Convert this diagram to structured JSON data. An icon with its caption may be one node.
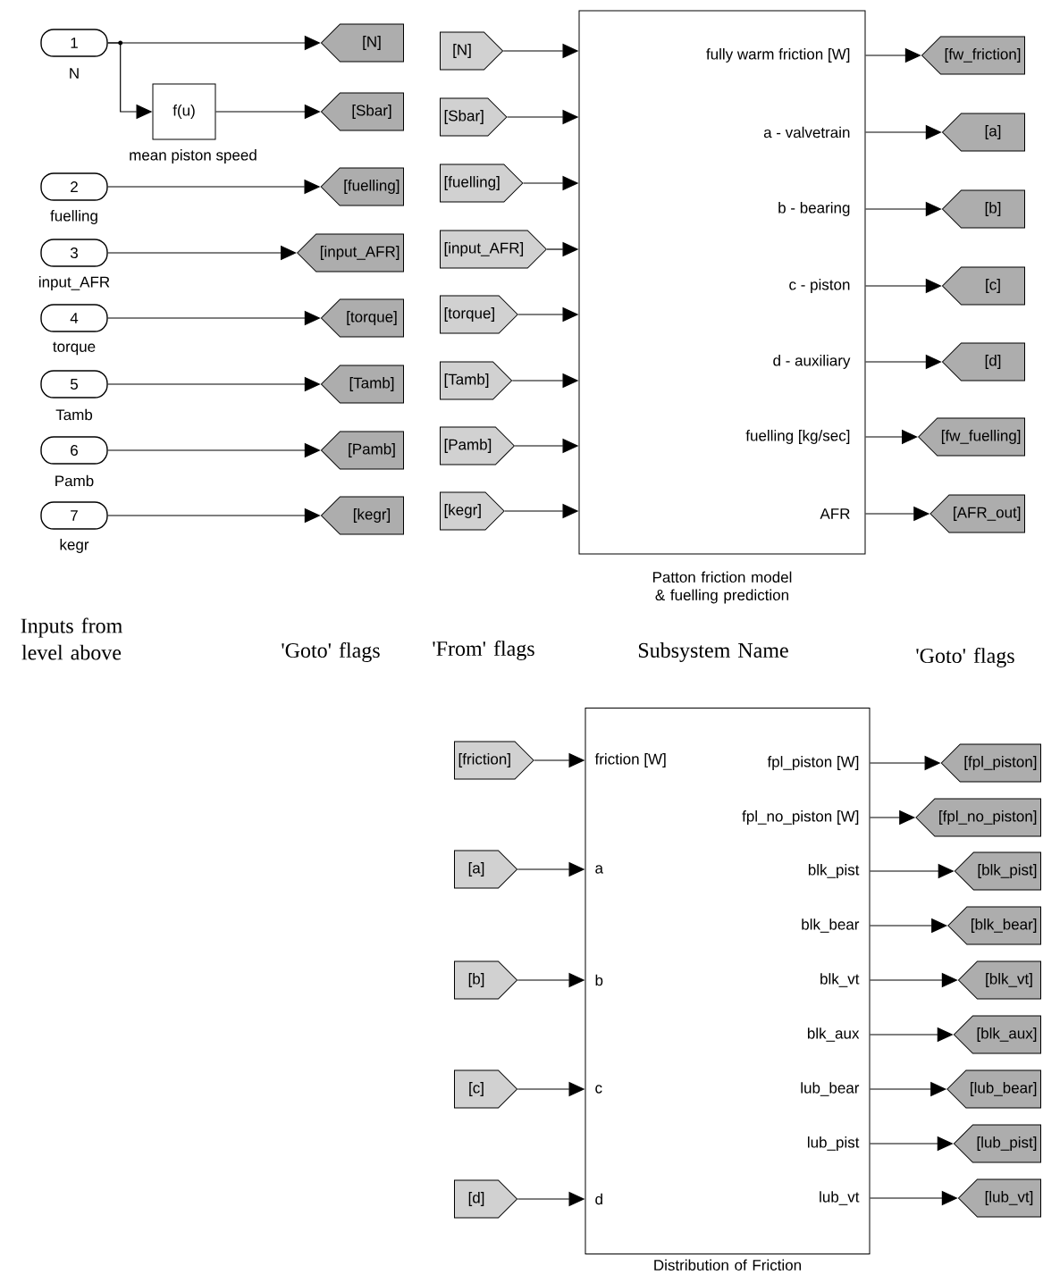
{
  "diagram": {
    "nodes": [
      {
        "text": [
          "1"
        ],
        "beside": [
          "N"
        ]
      },
      {
        "text": [
          "2"
        ],
        "beside": [
          "fuelling"
        ]
      },
      {
        "text": [
          "3"
        ],
        "beside": [
          "input_AFR"
        ]
      },
      {
        "text": [
          "4"
        ],
        "beside": [
          "torque"
        ]
      },
      {
        "text": [
          "5"
        ],
        "beside": [
          "Tamb"
        ]
      },
      {
        "text": [
          "6"
        ],
        "beside": [
          "Pamb"
        ]
      },
      {
        "text": [
          "7"
        ],
        "beside": [
          "kegr"
        ]
      },
      {
        "text": [
          "f(u)"
        ],
        "beside": [
          "mean piston speed"
        ]
      },
      {
        "text": [
          "[N]"
        ]
      },
      {
        "text": [
          "[Sbar]"
        ]
      },
      {
        "text": [
          "[fuelling]"
        ]
      },
      {
        "text": [
          "[input_AFR]"
        ]
      },
      {
        "text": [
          "[torque]"
        ]
      },
      {
        "text": [
          "[Tamb]"
        ]
      },
      {
        "text": [
          "[Pamb]"
        ]
      },
      {
        "text": [
          "[kegr]"
        ]
      },
      {
        "text": [
          "[N]"
        ]
      },
      {
        "text": [
          "[Sbar]"
        ]
      },
      {
        "text": [
          "[fuelling]"
        ]
      },
      {
        "text": [
          "[input_AFR]"
        ]
      },
      {
        "text": [
          "[torque]"
        ]
      },
      {
        "text": [
          "[Tamb]"
        ]
      },
      {
        "text": [
          "[Pamb]"
        ]
      },
      {
        "text": [
          "[kegr]"
        ]
      },
      {
        "text": [
          "fully warm friction [W]",
          "a - valvetrain",
          "b - bearing",
          "c - piston",
          "d - auxiliary",
          "fuelling [kg/sec]",
          "AFR"
        ],
        "beside": [
          "Patton friction model & fuelling prediction"
        ]
      },
      {
        "text": [
          "[fw_friction]"
        ]
      },
      {
        "text": [
          "[a]"
        ]
      },
      {
        "text": [
          "[b]"
        ]
      },
      {
        "text": [
          "[c]"
        ]
      },
      {
        "text": [
          "[d]"
        ]
      },
      {
        "text": [
          "[fw_fuelling]"
        ]
      },
      {
        "text": [
          "[AFR_out]"
        ]
      },
      {
        "text": [
          "[friction]"
        ]
      },
      {
        "text": [
          "[a]"
        ]
      },
      {
        "text": [
          "[b]"
        ]
      },
      {
        "text": [
          "[c]"
        ]
      },
      {
        "text": [
          "[d]"
        ]
      },
      {
        "text": [
          "friction [W]",
          "a",
          "b",
          "c",
          "d",
          "fpl_piston [W]",
          "fpl_no_piston [W]",
          "blk_pist",
          "blk_bear",
          "blk_vt",
          "blk_aux",
          "lub_bear",
          "lub_pist",
          "lub_vt"
        ],
        "beside": [
          "Distribution of Friction"
        ]
      },
      {
        "text": [
          "[fpl_piston]"
        ]
      },
      {
        "text": [
          "[fpl_no_piston]"
        ]
      },
      {
        "text": [
          "[blk_pist]"
        ]
      },
      {
        "text": [
          "[blk_bear]"
        ]
      },
      {
        "text": [
          "[blk_vt]"
        ]
      },
      {
        "text": [
          "[blk_aux]"
        ]
      },
      {
        "text": [
          "[lub_bear]"
        ]
      },
      {
        "text": [
          "[lub_pist]"
        ]
      },
      {
        "text": [
          "[lub_vt]"
        ]
      }
    ],
    "edges": [
      {
        "from": 0,
        "to": 8,
        "arrow": "to"
      },
      {
        "from": 0,
        "to": 7,
        "arrow": "to"
      },
      {
        "from": 7,
        "to": 9,
        "arrow": "to"
      },
      {
        "from": 1,
        "to": 10,
        "arrow": "to"
      },
      {
        "from": 2,
        "to": 11,
        "arrow": "to"
      },
      {
        "from": 3,
        "to": 12,
        "arrow": "to"
      },
      {
        "from": 4,
        "to": 13,
        "arrow": "to"
      },
      {
        "from": 5,
        "to": 14,
        "arrow": "to"
      },
      {
        "from": 6,
        "to": 15,
        "arrow": "to"
      },
      {
        "from": 16,
        "to": 24,
        "arrow": "to"
      },
      {
        "from": 17,
        "to": 24,
        "arrow": "to"
      },
      {
        "from": 18,
        "to": 24,
        "arrow": "to"
      },
      {
        "from": 19,
        "to": 24,
        "arrow": "to"
      },
      {
        "from": 20,
        "to": 24,
        "arrow": "to"
      },
      {
        "from": 21,
        "to": 24,
        "arrow": "to"
      },
      {
        "from": 22,
        "to": 24,
        "arrow": "to"
      },
      {
        "from": 23,
        "to": 24,
        "arrow": "to"
      },
      {
        "from": 24,
        "to": 25,
        "arrow": "to"
      },
      {
        "from": 24,
        "to": 26,
        "arrow": "to"
      },
      {
        "from": 24,
        "to": 27,
        "arrow": "to"
      },
      {
        "from": 24,
        "to": 28,
        "arrow": "to"
      },
      {
        "from": 24,
        "to": 29,
        "arrow": "to"
      },
      {
        "from": 24,
        "to": 30,
        "arrow": "to"
      },
      {
        "from": 24,
        "to": 31,
        "arrow": "to"
      },
      {
        "from": 32,
        "to": 37,
        "arrow": "to"
      },
      {
        "from": 33,
        "to": 37,
        "arrow": "to"
      },
      {
        "from": 34,
        "to": 37,
        "arrow": "to"
      },
      {
        "from": 35,
        "to": 37,
        "arrow": "to"
      },
      {
        "from": 36,
        "to": 37,
        "arrow": "to"
      },
      {
        "from": 37,
        "to": 38,
        "arrow": "to"
      },
      {
        "from": 37,
        "to": 39,
        "arrow": "to"
      },
      {
        "from": 37,
        "to": 40,
        "arrow": "to"
      },
      {
        "from": 37,
        "to": 41,
        "arrow": "to"
      },
      {
        "from": 37,
        "to": 42,
        "arrow": "to"
      },
      {
        "from": 37,
        "to": 43,
        "arrow": "to"
      },
      {
        "from": 37,
        "to": 44,
        "arrow": "to"
      },
      {
        "from": 37,
        "to": 45,
        "arrow": "to"
      },
      {
        "from": 37,
        "to": 46,
        "arrow": "to"
      }
    ],
    "labels": [
      "Inputs from level above",
      "'Goto' flags",
      "'From' flags",
      "Subsystem Name",
      "'Goto' flags"
    ]
  }
}
